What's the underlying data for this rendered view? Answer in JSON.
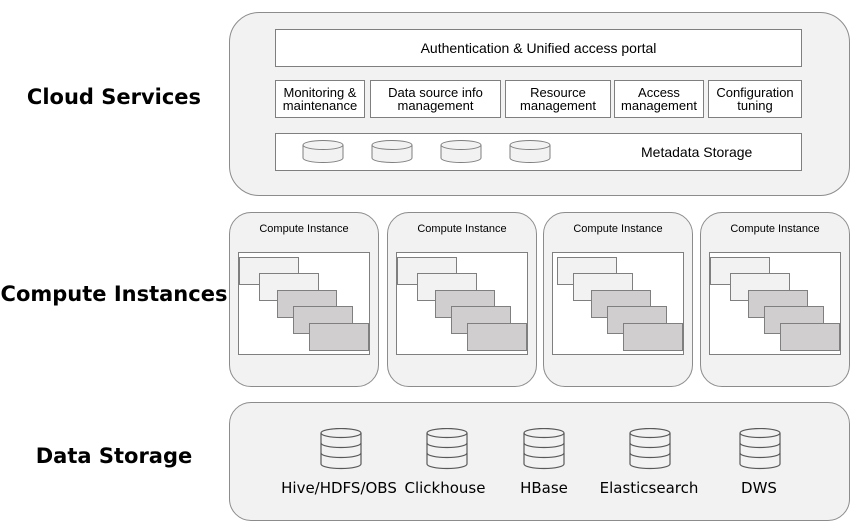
{
  "layers": {
    "cloud_services": "Cloud Services",
    "compute_instances": "Compute Instances",
    "data_storage": "Data Storage"
  },
  "cloud": {
    "portal": "Authentication & Unified access portal",
    "modules": [
      {
        "line1": "Monitoring &",
        "line2": "maintenance"
      },
      {
        "line1": "Data source info",
        "line2": "management"
      },
      {
        "line1": "Resource",
        "line2": "management"
      },
      {
        "line1": "Access",
        "line2": "management"
      },
      {
        "line1": "Configuration",
        "line2": "tuning"
      }
    ],
    "metadata_storage": "Metadata Storage"
  },
  "compute": {
    "instances": [
      {
        "label": "Compute Instance"
      },
      {
        "label": "Compute Instance"
      },
      {
        "label": "Compute Instance"
      },
      {
        "label": "Compute Instance"
      }
    ]
  },
  "storage": {
    "items": [
      {
        "label": "Hive/HDFS/OBS",
        "icon": "database-icon"
      },
      {
        "label": "Clickhouse",
        "icon": "database-icon"
      },
      {
        "label": "HBase",
        "icon": "database-icon"
      },
      {
        "label": "Elasticsearch",
        "icon": "database-icon"
      },
      {
        "label": "DWS",
        "icon": "database-icon"
      }
    ]
  },
  "colors": {
    "panel_fill": "#f2f2f2",
    "border": "#7f7f7f",
    "card_dark": "#d0cece"
  }
}
